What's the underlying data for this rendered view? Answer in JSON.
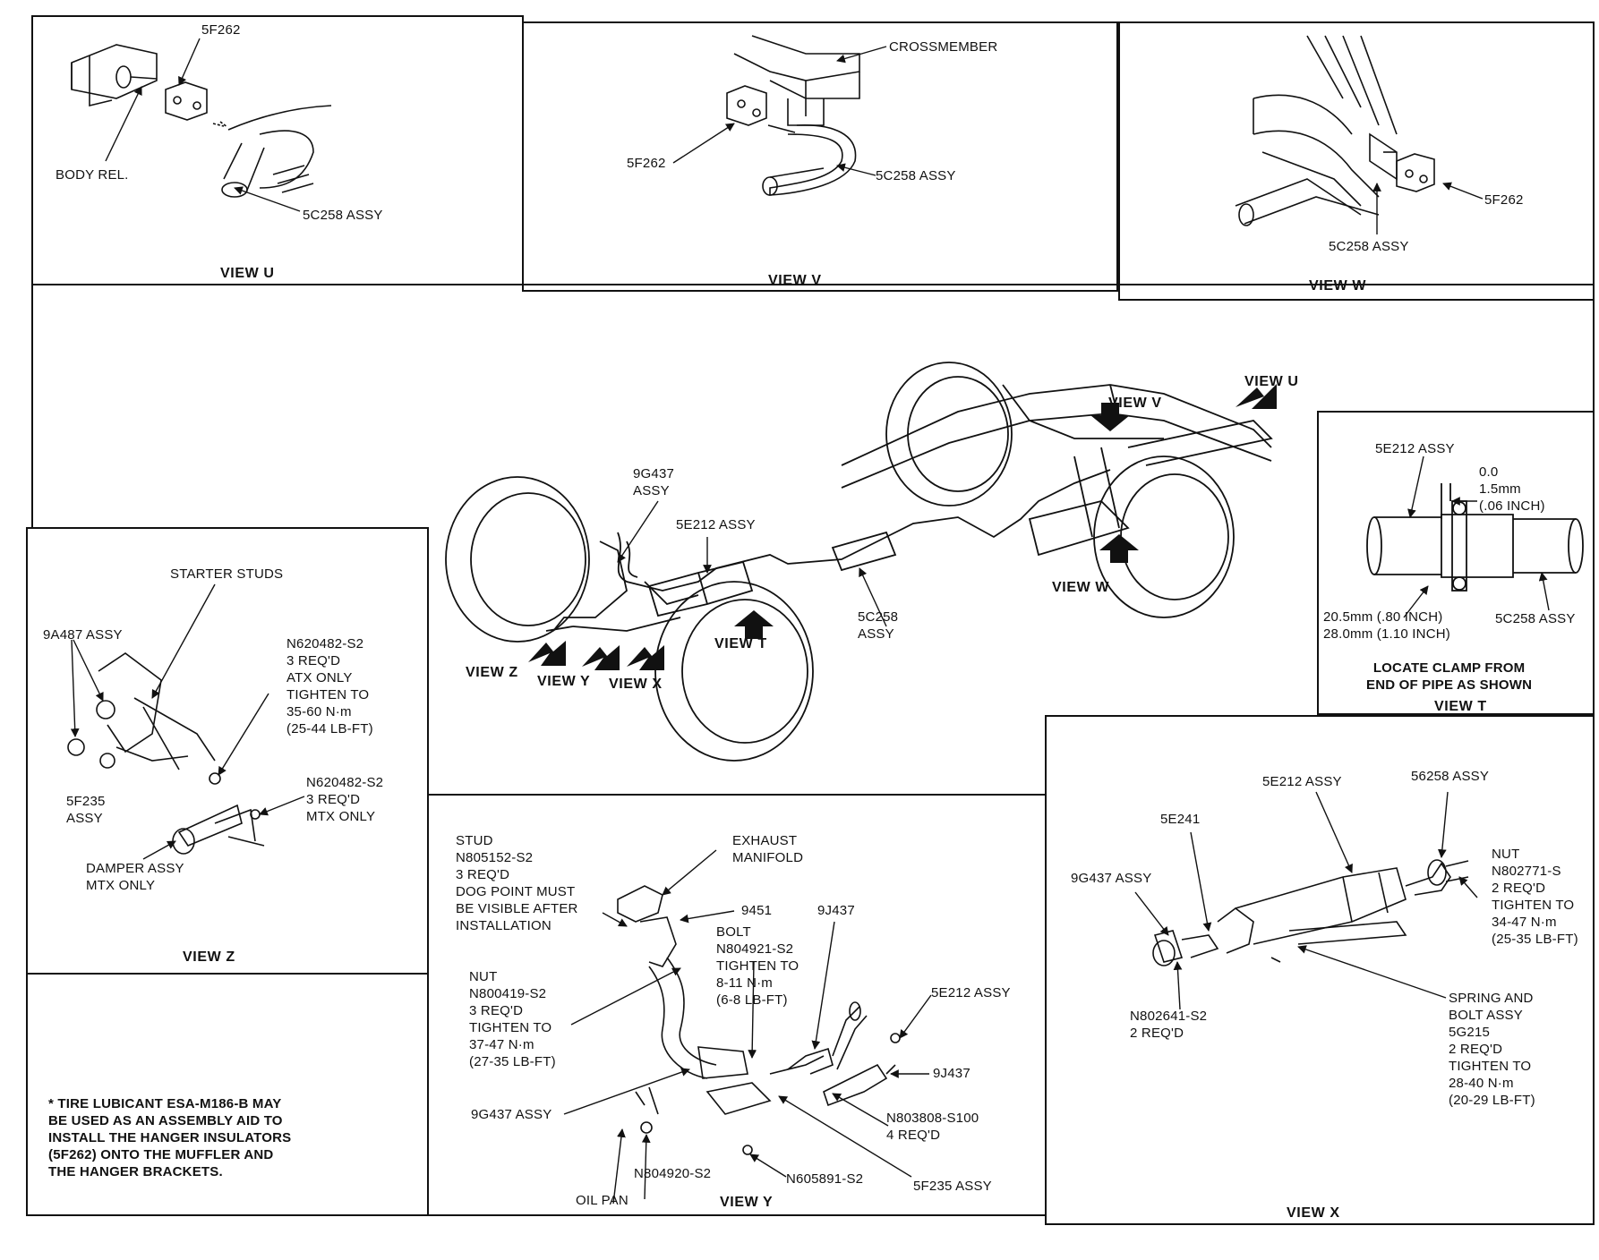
{
  "views": {
    "u": {
      "title": "VIEW U",
      "label_5f262": "5F262",
      "label_body_rel": "BODY REL.",
      "label_5c258": "5C258 ASSY"
    },
    "v": {
      "title": "VIEW V",
      "label_crossmember": "CROSSMEMBER",
      "label_5f262": "5F262",
      "label_5c258": "5C258 ASSY"
    },
    "w": {
      "title": "VIEW W",
      "label_5f262": "5F262",
      "label_5c258": "5C258 ASSY"
    },
    "t": {
      "title": "VIEW T",
      "label_5e212": "5E212 ASSY",
      "dim_gap": "0.0\n1.5mm\n(.06 INCH)",
      "dim_dist": "20.5mm (.80 INCH)\n28.0mm (1.10 INCH)",
      "label_5c258": "5C258 ASSY",
      "note": "LOCATE CLAMP FROM\nEND OF PIPE AS SHOWN"
    },
    "z": {
      "title": "VIEW Z",
      "label_starter_studs": "STARTER STUDS",
      "label_9a487": "9A487 ASSY",
      "label_n620482_atx": "N620482-S2\n3 REQ'D\nATX ONLY\nTIGHTEN TO\n35-60 N·m\n(25-44 LB-FT)",
      "label_n620482_mtx": "N620482-S2\n3 REQ'D\nMTX ONLY",
      "label_5f235": "5F235\nASSY",
      "label_damper": "DAMPER ASSY\nMTX ONLY"
    },
    "y": {
      "title": "VIEW Y",
      "label_stud": "STUD\nN805152-S2\n3 REQ'D\nDOG POINT MUST\nBE VISIBLE AFTER\nINSTALLATION",
      "label_exhaust_manifold": "EXHAUST\nMANIFOLD",
      "label_9451": "9451",
      "label_bolt": "BOLT\nN804921-S2\nTIGHTEN TO\n8-11 N·m\n(6-8 LB-FT)",
      "label_9j437_top": "9J437",
      "label_5e212": "5E212 ASSY",
      "label_nut": "NUT\nN800419-S2\n3 REQ'D\nTIGHTEN TO\n37-47 N·m\n(27-35 LB-FT)",
      "label_9j437_bottom": "9J437",
      "label_9g437": "9G437 ASSY",
      "label_n803808": "N803808-S100\n4 REQ'D",
      "label_n804920": "N804920-S2",
      "label_oil_pan": "OIL PAN",
      "label_n605891": "N605891-S2",
      "label_5f235": "5F235 ASSY"
    },
    "x": {
      "title": "VIEW X",
      "label_5e212": "5E212 ASSY",
      "label_56258": "56258 ASSY",
      "label_5e241": "5E241",
      "label_9g437": "9G437 ASSY",
      "label_nut": "NUT\nN802771-S\n2 REQ'D\nTIGHTEN TO\n34-47 N·m\n(25-35 LB-FT)",
      "label_n802641": "N802641-S2\n2 REQ'D",
      "label_spring_bolt": "SPRING AND\nBOLT ASSY\n5G215\n2 REQ'D\nTIGHTEN TO\n28-40 N·m\n(20-29 LB-FT)"
    }
  },
  "main": {
    "label_9g437": "9G437\nASSY",
    "label_5e212": "5E212 ASSY",
    "label_5c258": "5C258\nASSY",
    "callout_view_u": "VIEW U",
    "callout_view_v": "VIEW V",
    "callout_view_w": "VIEW W",
    "callout_view_t": "VIEW T",
    "callout_view_z": "VIEW Z",
    "callout_view_y": "VIEW Y",
    "callout_view_x": "VIEW X"
  },
  "footnote": "* TIRE LUBICANT ESA-M186-B MAY\nBE USED AS AN ASSEMBLY AID TO\nINSTALL THE HANGER INSULATORS\n(5F262) ONTO THE MUFFLER AND\nTHE HANGER BRACKETS."
}
